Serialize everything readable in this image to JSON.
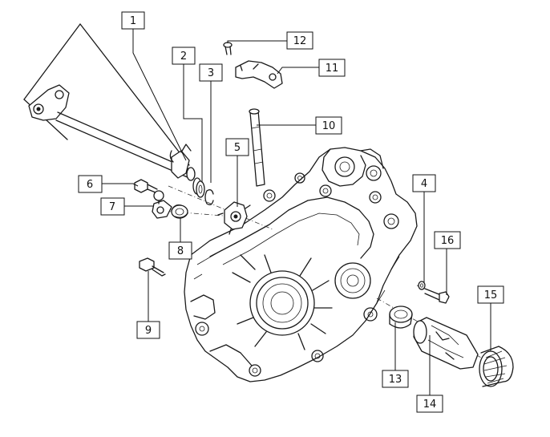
{
  "title": "Gear shift mechanism exploded view",
  "colors": {
    "line": "#1a1a1a",
    "background": "#ffffff"
  },
  "callouts": [
    {
      "id": 1,
      "label": "1"
    },
    {
      "id": 2,
      "label": "2"
    },
    {
      "id": 3,
      "label": "3"
    },
    {
      "id": 4,
      "label": "4"
    },
    {
      "id": 5,
      "label": "5"
    },
    {
      "id": 6,
      "label": "6"
    },
    {
      "id": 7,
      "label": "7"
    },
    {
      "id": 8,
      "label": "8"
    },
    {
      "id": 9,
      "label": "9"
    },
    {
      "id": 10,
      "label": "10"
    },
    {
      "id": 11,
      "label": "11"
    },
    {
      "id": 12,
      "label": "12"
    },
    {
      "id": 13,
      "label": "13"
    },
    {
      "id": 14,
      "label": "14"
    },
    {
      "id": 15,
      "label": "15"
    },
    {
      "id": 16,
      "label": "16"
    }
  ]
}
